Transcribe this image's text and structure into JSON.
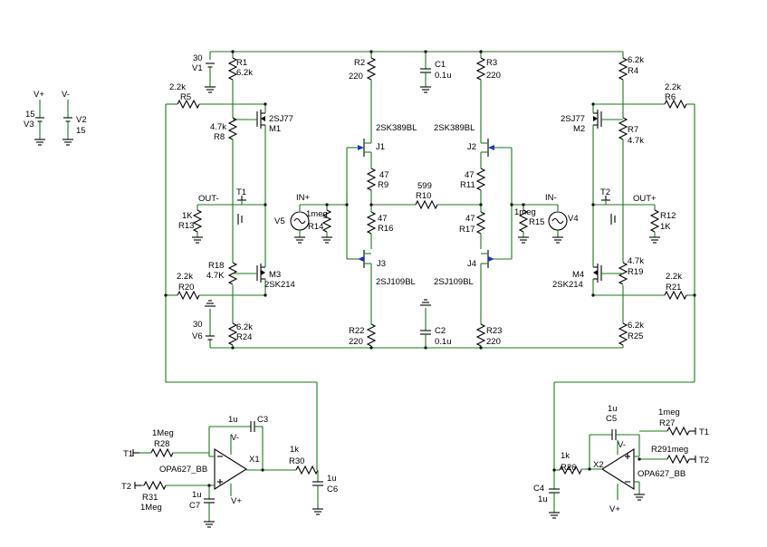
{
  "labels": {
    "V1_val": "30",
    "V1": "V1",
    "R1": "R1",
    "R1_val": "6.2k",
    "R2": "R2",
    "R2_val": "220",
    "C1": "C1",
    "C1_val": "0.1u",
    "R3": "R3",
    "R3_val": "220",
    "R4_val": "6.2k",
    "R4": "R4",
    "R5_val": "2.2k",
    "R5": "R5",
    "R6_val": "2.2k",
    "R6": "R6",
    "Vp": "V+",
    "Vm": "V-",
    "V3_val": "15",
    "V3": "V3",
    "V2": "V2",
    "V2_val": "15",
    "M1_type": "2SJ77",
    "M1": "M1",
    "R8_val": "4.7k",
    "R8": "R8",
    "M2_type": "2SJ77",
    "M2": "M2",
    "R7": "R7",
    "R7_val": "4.7k",
    "J1_type": "2SK389BL",
    "J1": "J1",
    "J2_type": "2SK389BL",
    "J2": "J2",
    "R9_val": "47",
    "R9": "R9",
    "R11_val": "47",
    "R11": "R11",
    "R10_val": "599",
    "R10": "R10",
    "T1": "T1",
    "T2": "T2",
    "OUTm": "OUT-",
    "OUTp": "OUT+",
    "INp": "IN+",
    "INm": "IN-",
    "R13_val": "1K",
    "R13": "R13",
    "V5": "V5",
    "R14_val": "1meg",
    "R14": "R14",
    "R16_val": "47",
    "R16": "R16",
    "R17_val": "47",
    "R17": "R17",
    "R15_val": "1meg",
    "R15": "R15",
    "V4": "V4",
    "R12": "R12",
    "R12_val": "1K",
    "R18": "R18",
    "R18_val": "4.7K",
    "M3": "M3",
    "M3_type": "2SK214",
    "J3": "J3",
    "J3_type": "2SJ109BL",
    "J4": "J4",
    "J4_type": "2SJ109BL",
    "R19_val": "4.7k",
    "R19": "R19",
    "M4": "M4",
    "M4_type": "2SK214",
    "R20_val": "2.2k",
    "R20": "R20",
    "R21_val": "2.2k",
    "R21": "R21",
    "V6_val": "30",
    "V6": "V6",
    "R24_val": "6.2k",
    "R24": "R24",
    "R22": "R22",
    "R22_val": "220",
    "C2": "C2",
    "C2_val": "0.1u",
    "R23": "R23",
    "R23_val": "220",
    "R25_val": "6.2k",
    "R25": "R25",
    "C3_val": "1u",
    "C3": "C3",
    "R28_val": "1Meg",
    "R28": "R28",
    "X1": "X1",
    "OPA1": "OPA627_BB",
    "R30_val": "1k",
    "R30": "R30",
    "C6_val": "1u",
    "C6": "C6",
    "C7_val": "1u",
    "C7": "C7",
    "R31": "R31",
    "R31_val": "1Meg",
    "C5_val": "1u",
    "C5": "C5",
    "R27_val": "1meg",
    "R27": "R27",
    "R29": "R291meg",
    "R26_val": "1k",
    "R26": "R26",
    "X2": "X2",
    "OPA2": "OPA627_BB",
    "C4": "C4",
    "C4_val": "1u",
    "T1b": "T1",
    "T2b": "T2",
    "T1c": "T1",
    "T2c": "T2"
  }
}
